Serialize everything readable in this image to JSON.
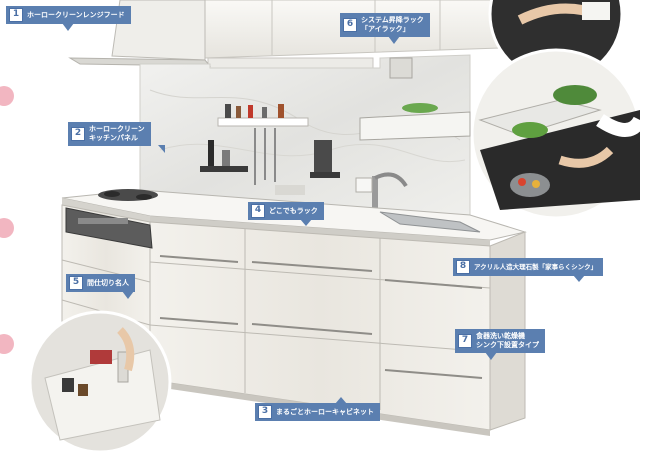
{
  "callouts": [
    {
      "num": "1",
      "lines": [
        "ホーロークリーンレンジフード"
      ]
    },
    {
      "num": "2",
      "lines": [
        "ホーロークリーン",
        "キッチンパネル"
      ]
    },
    {
      "num": "3",
      "lines": [
        "まるごとホーローキャビネット"
      ]
    },
    {
      "num": "4",
      "lines": [
        "どこでもラック"
      ]
    },
    {
      "num": "5",
      "lines": [
        "間仕切り名人"
      ]
    },
    {
      "num": "6",
      "lines": [
        "システム昇降ラック",
        "「アイラック」"
      ]
    },
    {
      "num": "7",
      "lines": [
        "食器洗い乾燥機",
        "シンク下設置タイプ"
      ]
    },
    {
      "num": "8",
      "lines": [
        "アクリル人造大理石製「家事らくシンク」"
      ]
    }
  ],
  "colors": {
    "callout_bg": "#5b7fb0",
    "cabinet": "#f3f1ec",
    "panel": "#e9e9e6",
    "accent_pink": "#f2b6c1"
  }
}
